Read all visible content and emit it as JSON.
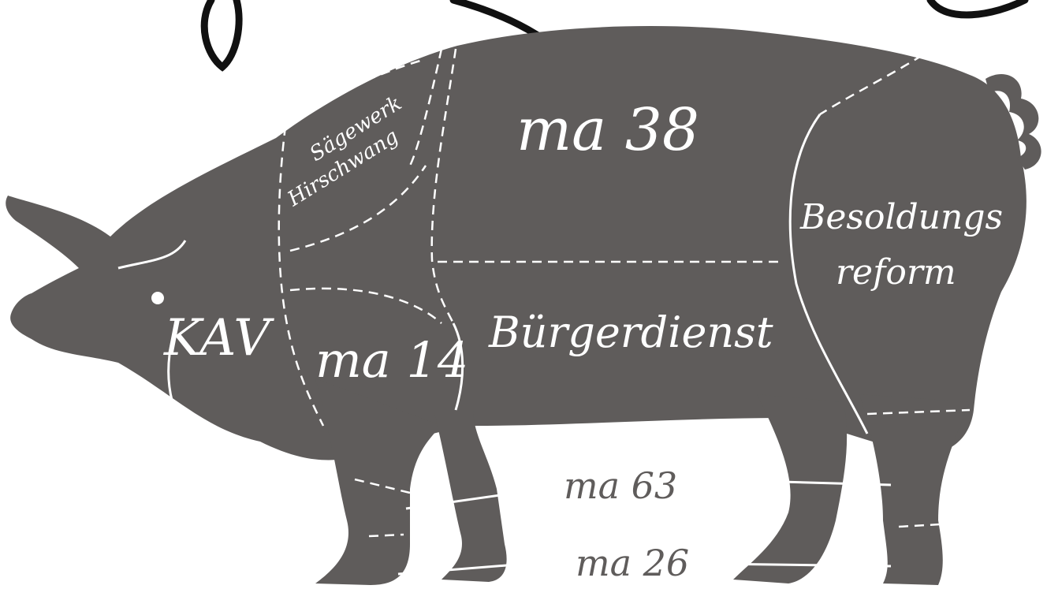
{
  "diagram": {
    "colors": {
      "body": "#5f5c5b",
      "lines": "#ffffff",
      "ink": "#111111",
      "background": "#ffffff"
    },
    "labels": {
      "ma38": "ma 38",
      "saegewerk_line1": "Sägewerk",
      "saegewerk_line2": "Hirschwang",
      "besoldungs_line1": "Besoldungs",
      "besoldungs_line2": "reform",
      "kav": "KAV",
      "ma14": "ma 14",
      "buergerdienst": "Bürgerdienst",
      "ma63": "ma 63",
      "ma26": "ma 26"
    }
  }
}
